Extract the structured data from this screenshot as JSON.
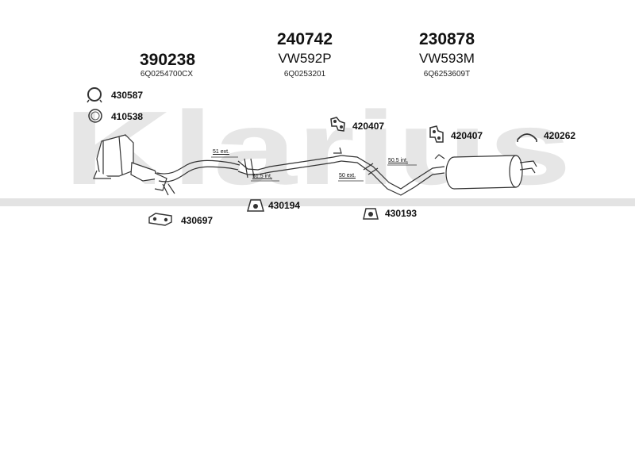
{
  "watermark": {
    "text": "Klarius"
  },
  "main_parts": [
    {
      "number": "390238",
      "code": "",
      "oem": "6Q0254700CX"
    },
    {
      "number": "240742",
      "code": "VW592P",
      "oem": "6Q0253201"
    },
    {
      "number": "230878",
      "code": "VW593M",
      "oem": "6Q6253609T"
    }
  ],
  "fittings": {
    "f430587": "430587",
    "f410538": "410538",
    "f420407a": "420407",
    "f420407b": "420407",
    "f420262": "420262",
    "f430194": "430194",
    "f430193": "430193",
    "f430697": "430697"
  },
  "dimensions": {
    "d51ext": "51 ext.",
    "d515int": "51.5 int.",
    "d50ext": "50 ext.",
    "d505int": "50.5 int."
  },
  "colors": {
    "watermark": "#e6e6e6",
    "line": "#333333",
    "pipe_fill": "#ffffff"
  }
}
